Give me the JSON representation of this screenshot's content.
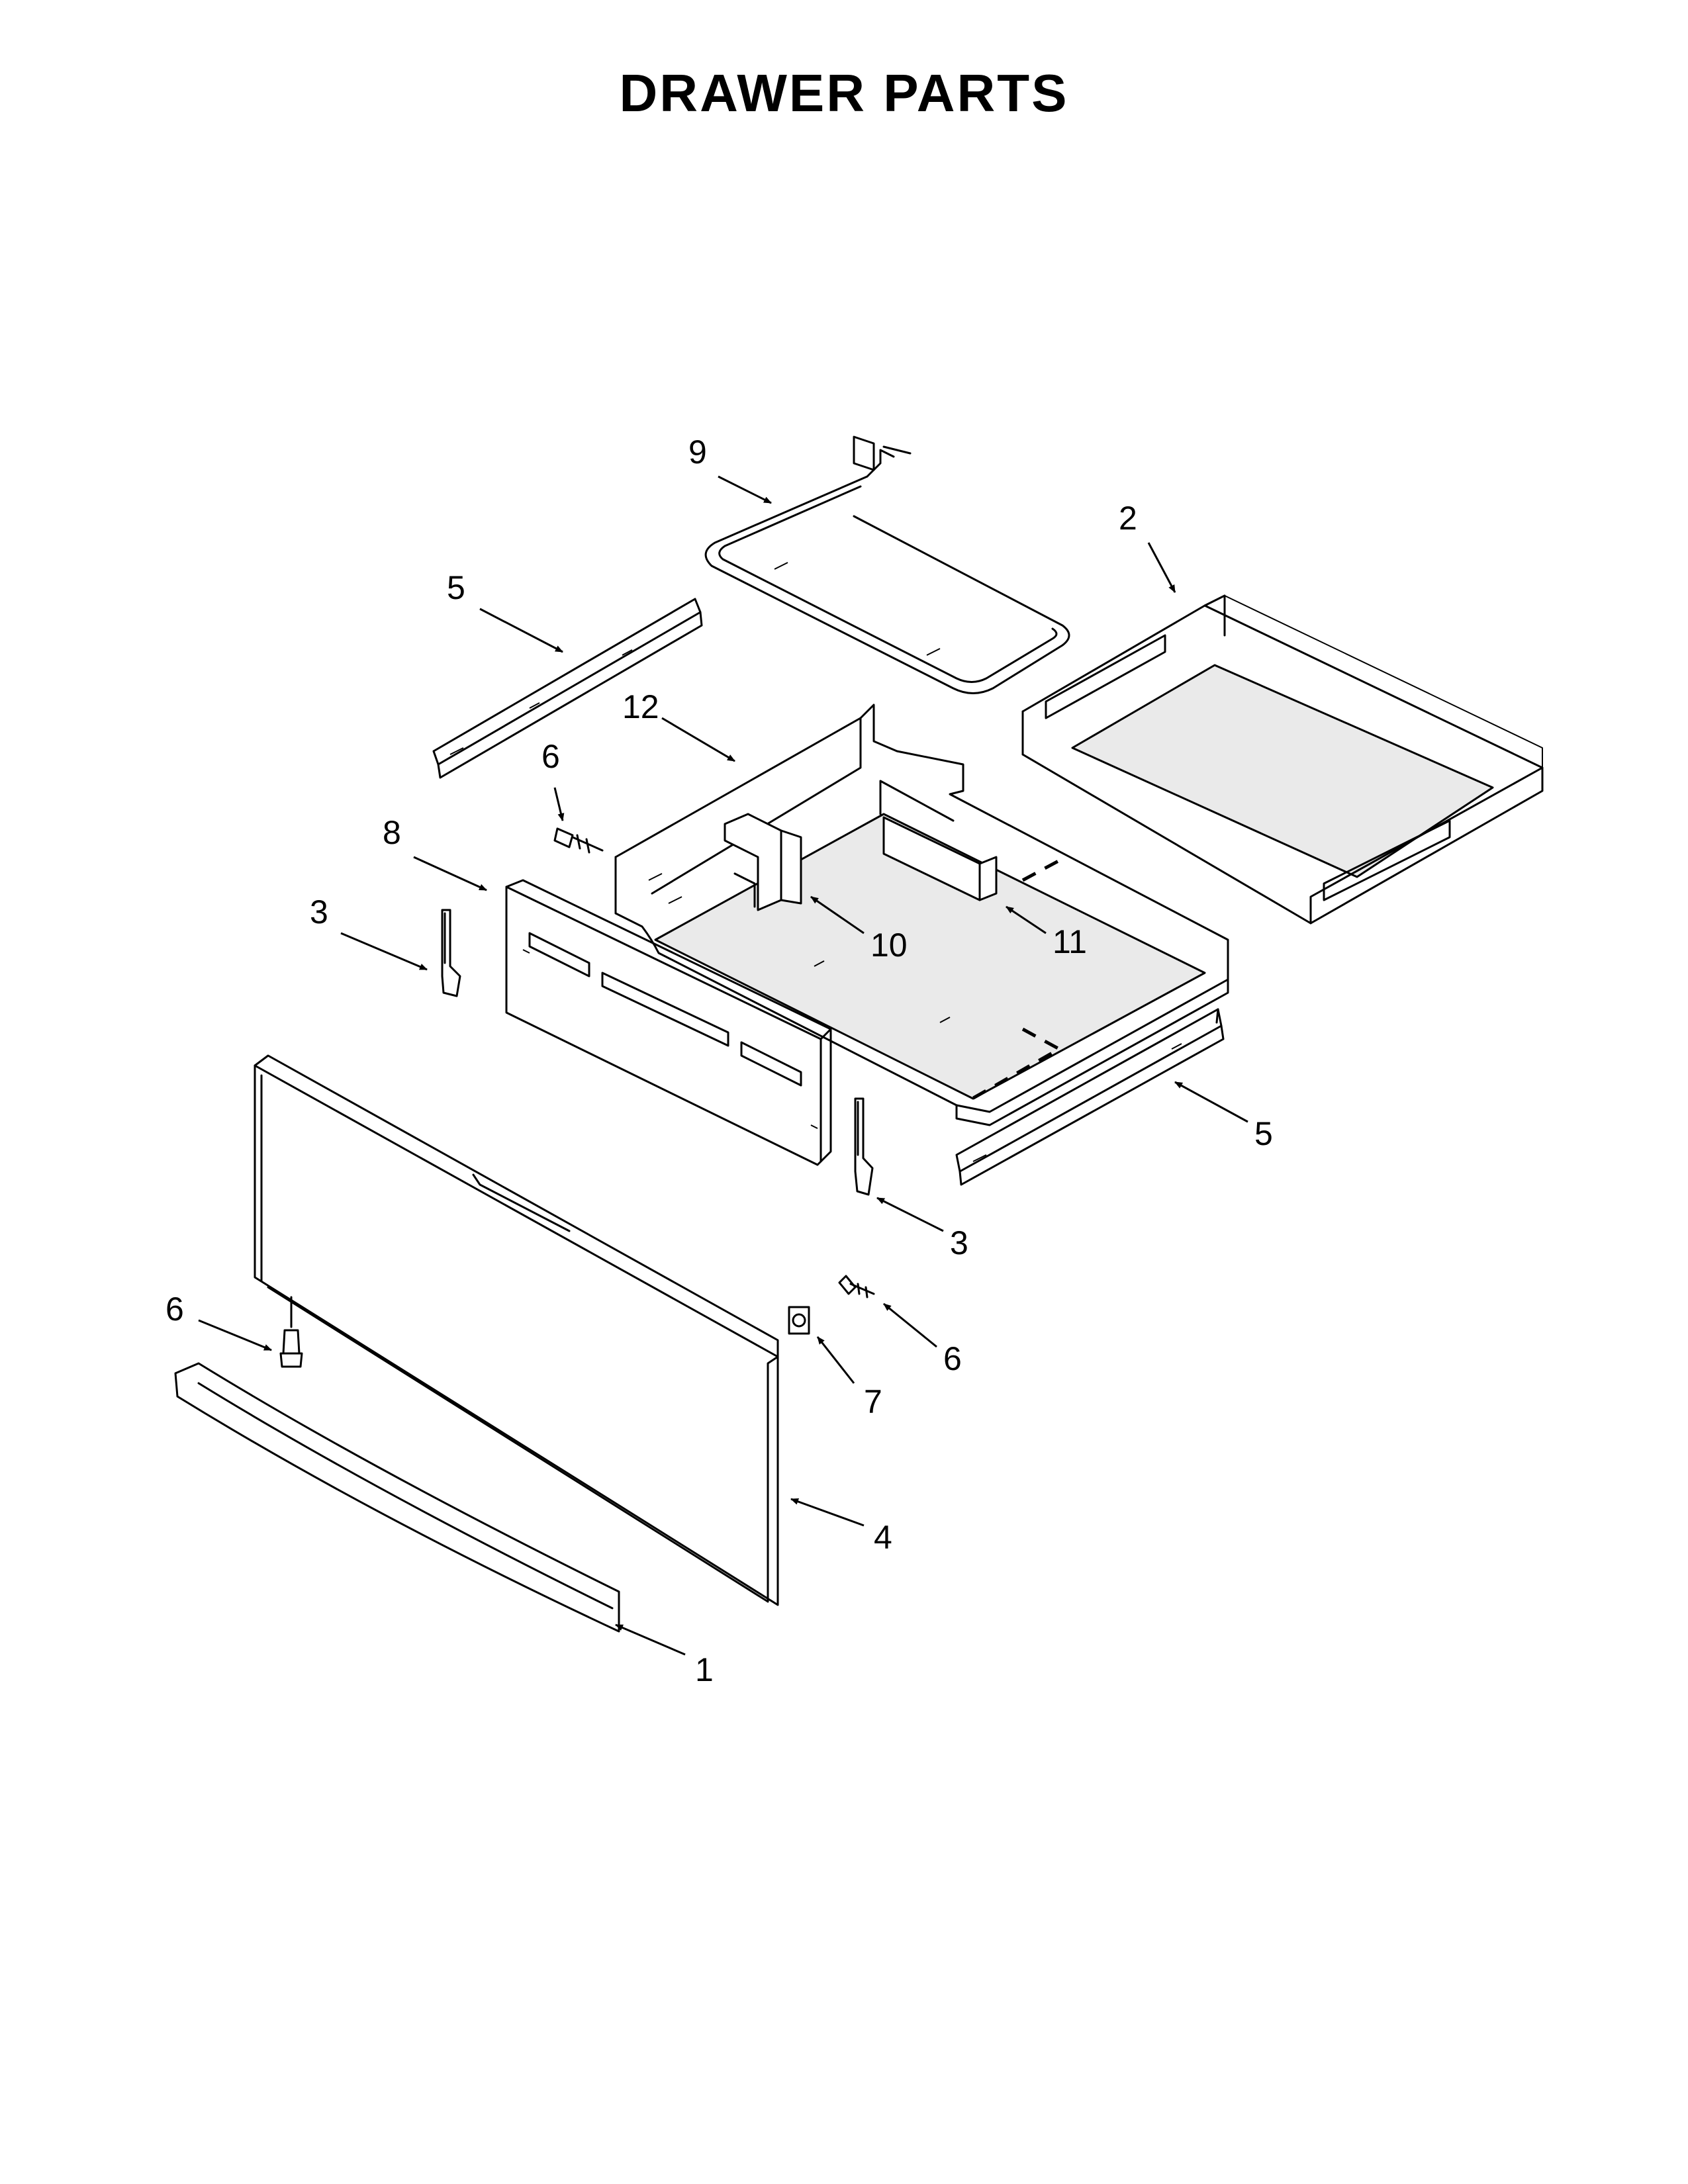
{
  "title": "DRAWER PARTS",
  "callouts": [
    {
      "id": "c9",
      "label": "9"
    },
    {
      "id": "c2",
      "label": "2"
    },
    {
      "id": "c5a",
      "label": "5"
    },
    {
      "id": "c12",
      "label": "12"
    },
    {
      "id": "c6a",
      "label": "6"
    },
    {
      "id": "c8",
      "label": "8"
    },
    {
      "id": "c3a",
      "label": "3"
    },
    {
      "id": "c10",
      "label": "10"
    },
    {
      "id": "c11",
      "label": "11"
    },
    {
      "id": "c5b",
      "label": "5"
    },
    {
      "id": "c3b",
      "label": "3"
    },
    {
      "id": "c6b",
      "label": "6"
    },
    {
      "id": "c6c",
      "label": "6"
    },
    {
      "id": "c7",
      "label": "7"
    },
    {
      "id": "c4",
      "label": "4"
    },
    {
      "id": "c1",
      "label": "1"
    }
  ]
}
